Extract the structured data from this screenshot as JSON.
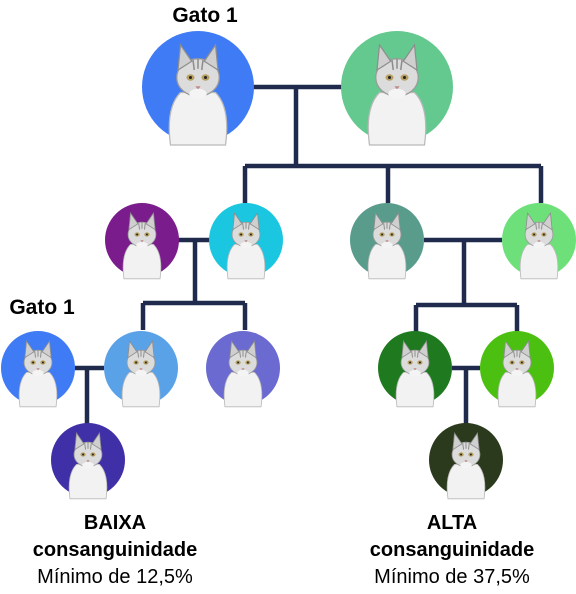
{
  "labels": {
    "gato_top": "Gato 1",
    "gato_left": "Gato 1"
  },
  "captions": {
    "left": {
      "level": "BAIXA",
      "word": "consanguinidade",
      "minimum": "Mínimo de 12,5%"
    },
    "right": {
      "level": "ALTA",
      "word": "consanguinidade",
      "minimum": "Mínimo de 37,5%"
    }
  },
  "colors": {
    "line": "#1f2a4d",
    "gen1": [
      "#3f7bf5",
      "#63c98f"
    ],
    "gen2": [
      "#7a1c8c",
      "#1ac6e0",
      "#5a9c8c",
      "#6ee07a"
    ],
    "gen3_left": [
      "#3f7bf5",
      "#5aa2e8",
      "#6a6ad0"
    ],
    "gen3_right": [
      "#1f7a1f",
      "#4cc010"
    ],
    "gen4": [
      "#4030a8",
      "#2b3a1c"
    ]
  },
  "icons": [
    "cat-photo-icon"
  ]
}
